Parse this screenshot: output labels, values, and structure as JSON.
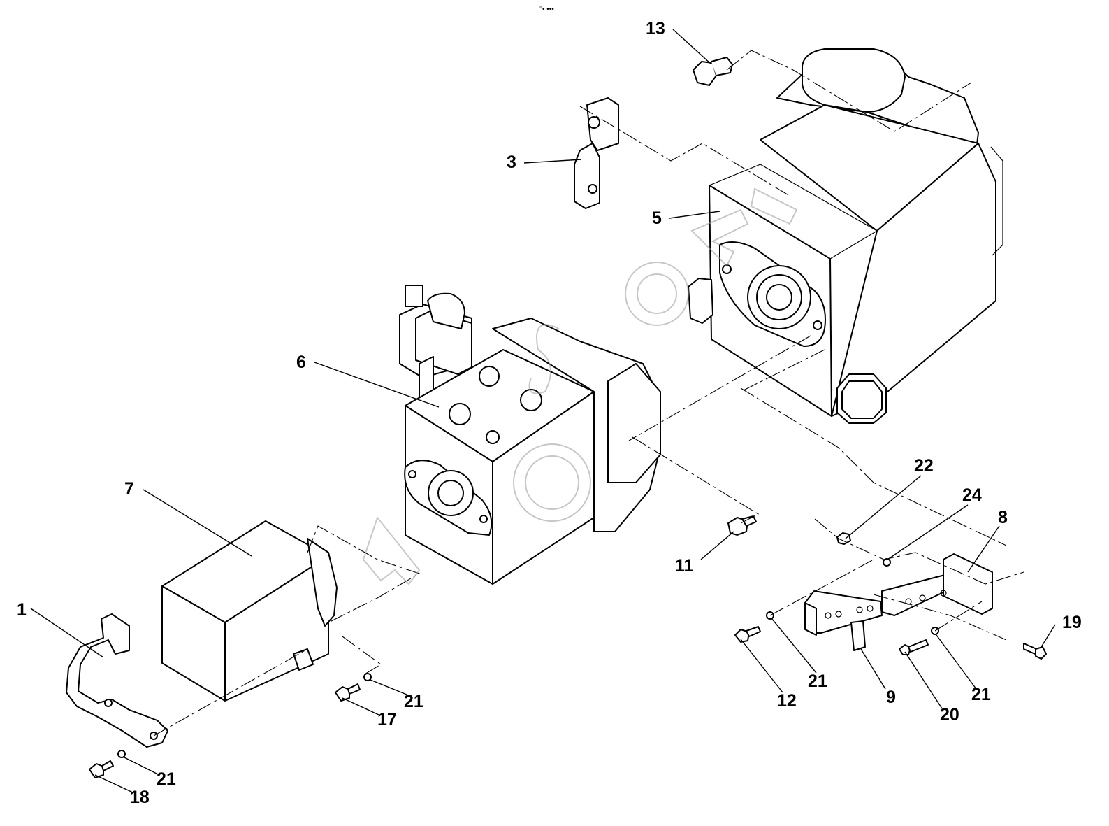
{
  "top_mark": "°• •••",
  "callouts": {
    "p1": "1",
    "p3": "3",
    "p5": "5",
    "p6": "6",
    "p7": "7",
    "p8": "8",
    "p9": "9",
    "p11": "11",
    "p12": "12",
    "p13": "13",
    "p17": "17",
    "p18": "18",
    "p19": "19",
    "p20": "20",
    "p21a": "21",
    "p21b": "21",
    "p21c": "21",
    "p21d": "21",
    "p22": "22",
    "p24": "24"
  },
  "watermark_text": "Autosoft"
}
